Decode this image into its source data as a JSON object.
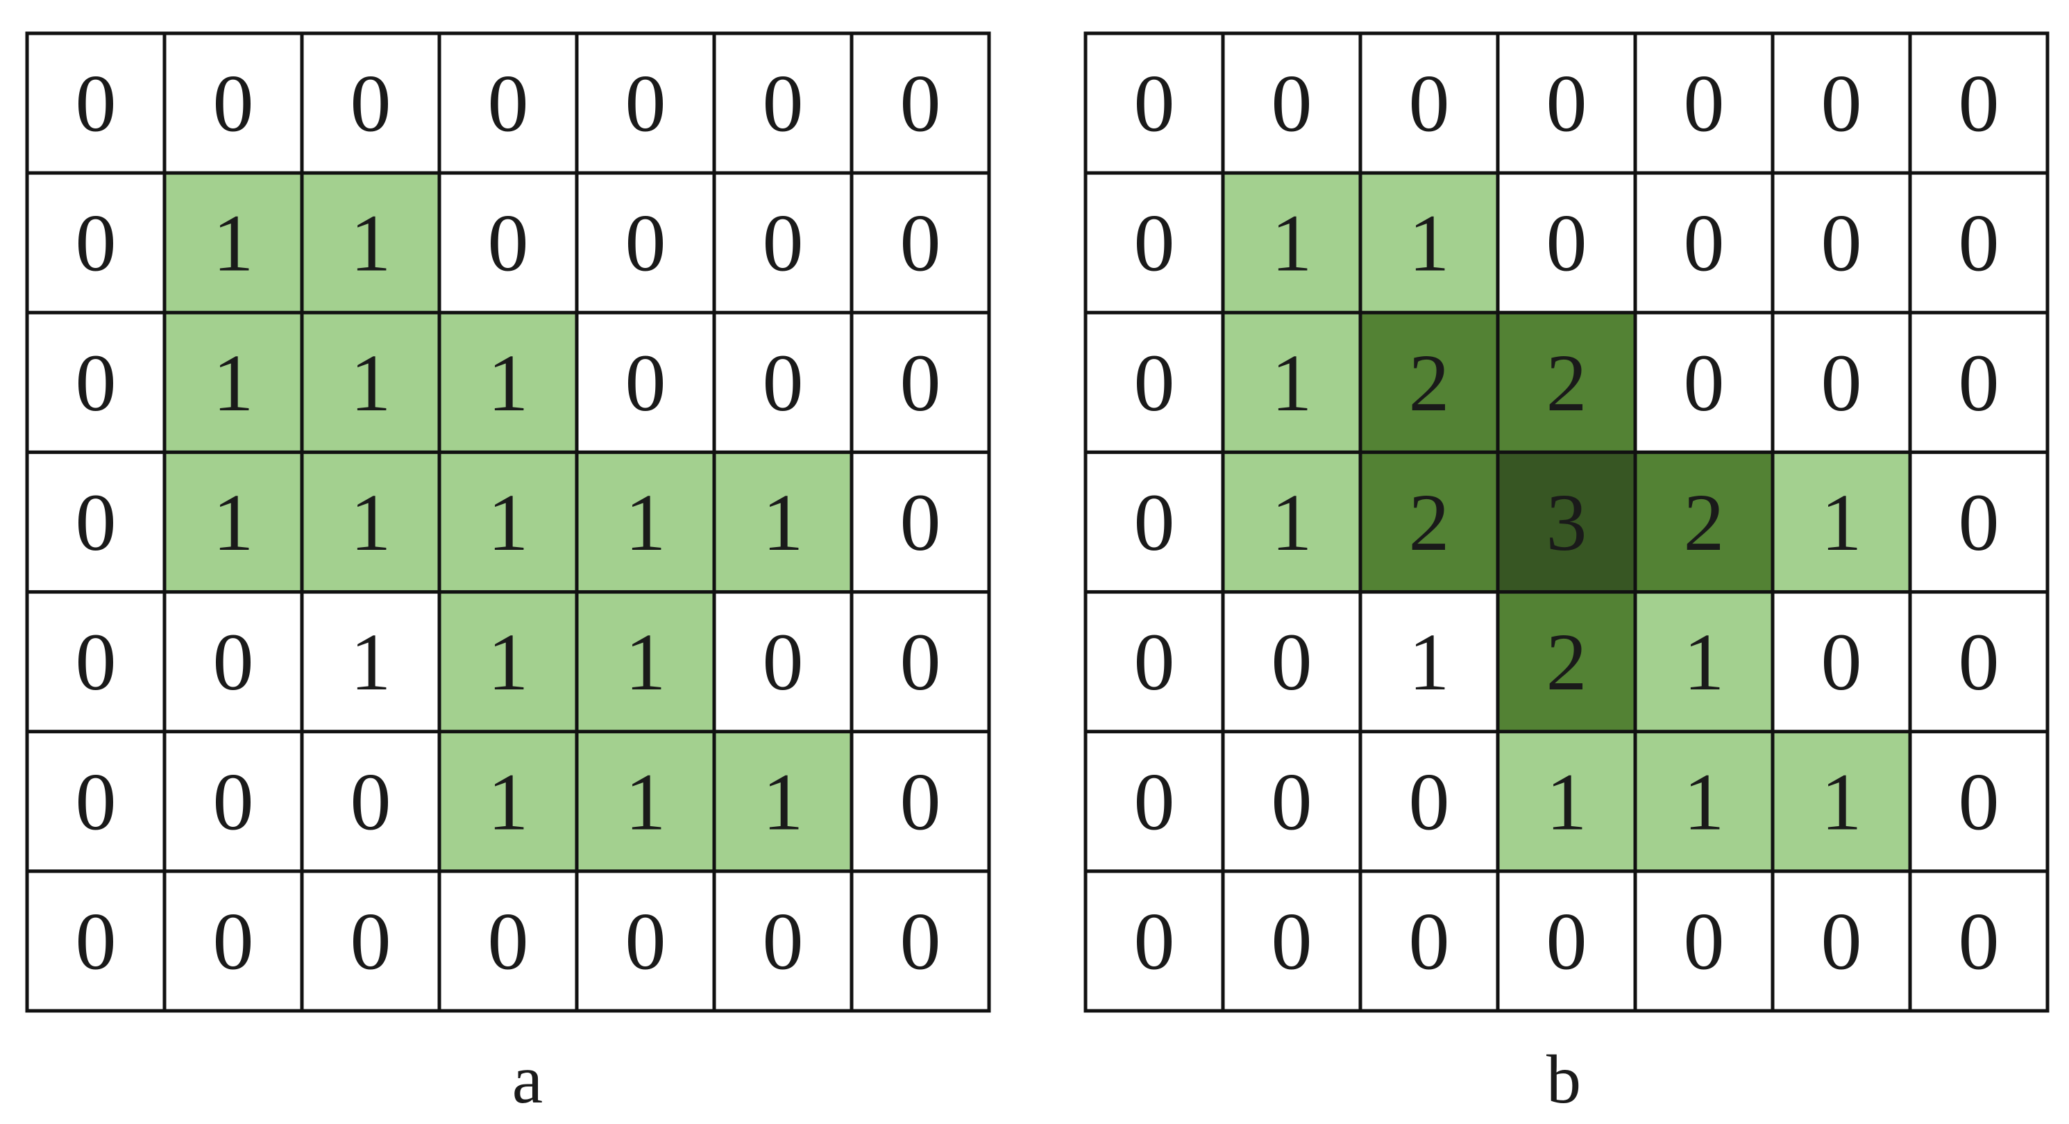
{
  "panels": [
    {
      "label": "a",
      "grid": [
        [
          0,
          0,
          0,
          0,
          0,
          0,
          0
        ],
        [
          0,
          1,
          1,
          0,
          0,
          0,
          0
        ],
        [
          0,
          1,
          1,
          1,
          0,
          0,
          0
        ],
        [
          0,
          1,
          1,
          1,
          1,
          1,
          0
        ],
        [
          0,
          0,
          1,
          1,
          1,
          0,
          0
        ],
        [
          0,
          0,
          0,
          1,
          1,
          1,
          0
        ],
        [
          0,
          0,
          0,
          0,
          0,
          0,
          0
        ]
      ],
      "shaded": [
        [
          0,
          0,
          0,
          0,
          0,
          0,
          0
        ],
        [
          0,
          1,
          1,
          0,
          0,
          0,
          0
        ],
        [
          0,
          1,
          1,
          1,
          0,
          0,
          0
        ],
        [
          0,
          1,
          1,
          1,
          1,
          1,
          0
        ],
        [
          0,
          0,
          0,
          1,
          1,
          0,
          0
        ],
        [
          0,
          0,
          0,
          1,
          1,
          1,
          0
        ],
        [
          0,
          0,
          0,
          0,
          0,
          0,
          0
        ]
      ]
    },
    {
      "label": "b",
      "grid": [
        [
          0,
          0,
          0,
          0,
          0,
          0,
          0
        ],
        [
          0,
          1,
          1,
          0,
          0,
          0,
          0
        ],
        [
          0,
          1,
          2,
          2,
          0,
          0,
          0
        ],
        [
          0,
          1,
          2,
          3,
          2,
          1,
          0
        ],
        [
          0,
          0,
          1,
          2,
          1,
          0,
          0
        ],
        [
          0,
          0,
          0,
          1,
          1,
          1,
          0
        ],
        [
          0,
          0,
          0,
          0,
          0,
          0,
          0
        ]
      ],
      "shaded": [
        [
          0,
          0,
          0,
          0,
          0,
          0,
          0
        ],
        [
          0,
          1,
          1,
          0,
          0,
          0,
          0
        ],
        [
          0,
          1,
          1,
          1,
          0,
          0,
          0
        ],
        [
          0,
          1,
          1,
          1,
          1,
          1,
          0
        ],
        [
          0,
          0,
          0,
          1,
          1,
          0,
          0
        ],
        [
          0,
          0,
          0,
          1,
          1,
          1,
          0
        ],
        [
          0,
          0,
          0,
          0,
          0,
          0,
          0
        ]
      ]
    }
  ],
  "colors": {
    "level_1": "#a3d08f",
    "level_2": "#538234",
    "level_3": "#375623",
    "grid_line": "#111111",
    "background": "#ffffff"
  }
}
